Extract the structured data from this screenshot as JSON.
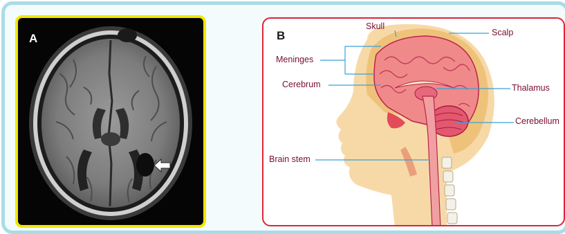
{
  "panels": {
    "a": {
      "letter": "A"
    },
    "b": {
      "letter": "B"
    }
  },
  "labels": {
    "skull": "Skull",
    "scalp": "Scalp",
    "meninges": "Meninges",
    "cerebrum": "Cerebrum",
    "thalamus": "Thalamus",
    "cerebellum": "Cerebellum",
    "brain_stem": "Brain stem"
  },
  "colors": {
    "outer_frame": "#a9dce6",
    "panel_a_border": "#f2e600",
    "panel_b_border": "#e0223a",
    "label_text": "#7a0e2e",
    "leader_line": "#3aa0d8"
  }
}
